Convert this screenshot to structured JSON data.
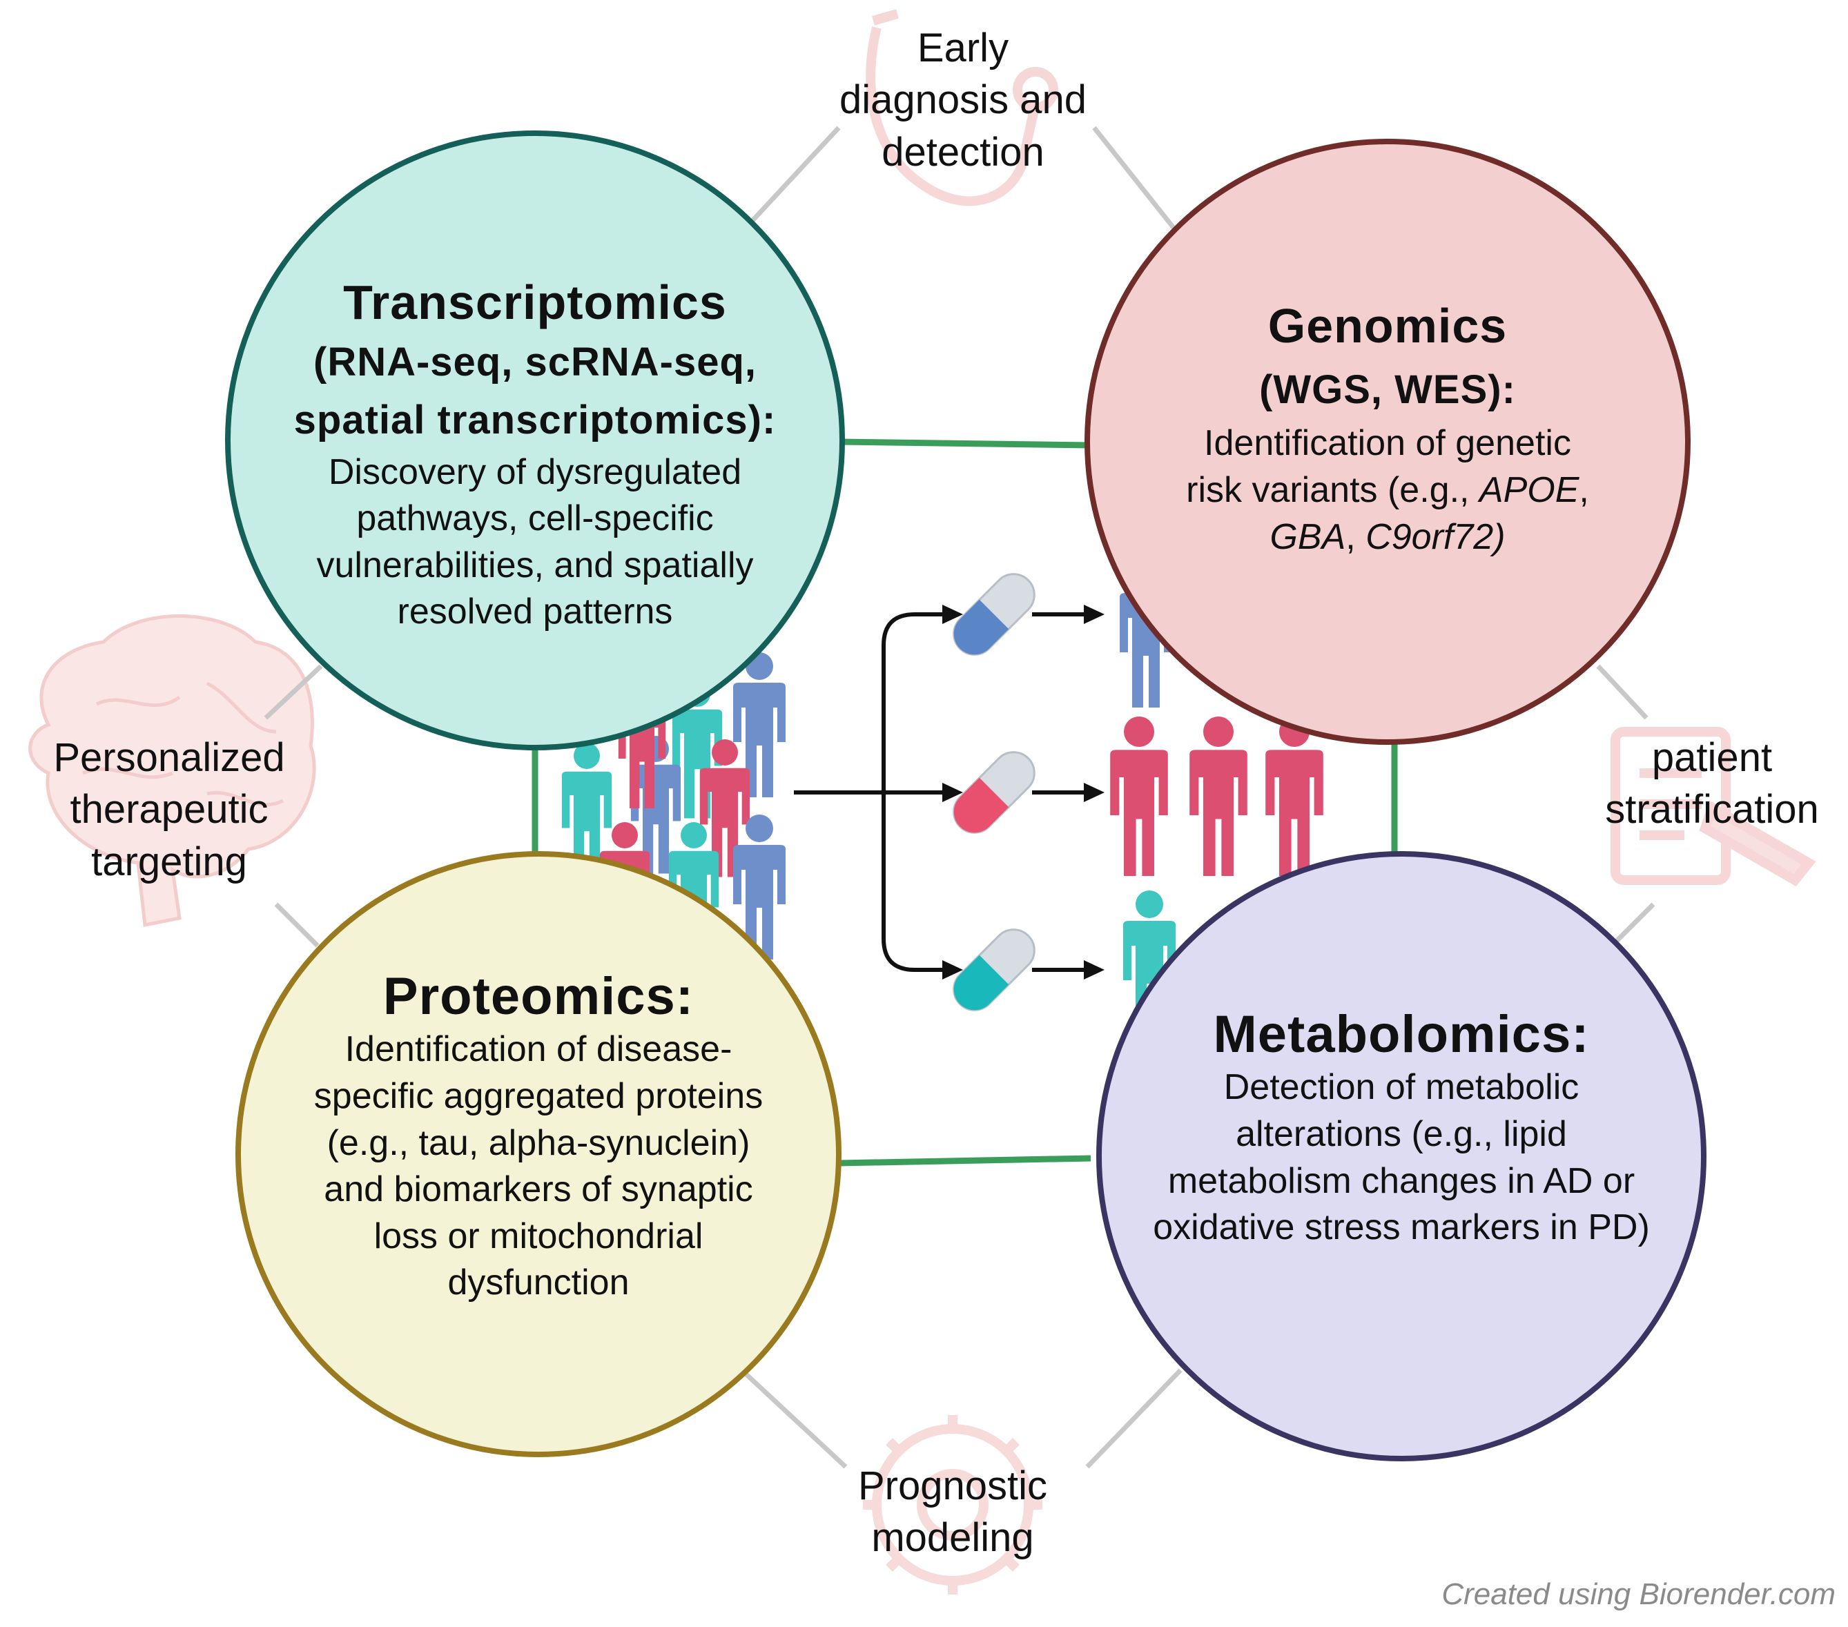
{
  "colors": {
    "transcriptomics_fill": "#c6ece6",
    "transcriptomics_border": "#145f57",
    "genomics_fill": "#f3d0cf",
    "genomics_border": "#6f2c28",
    "proteomics_fill": "#f5f3d6",
    "proteomics_border": "#9a7a1f",
    "metabolomics_fill": "#dedcf2",
    "metabolomics_border": "#3a3463",
    "connector_green": "#3a9e5a",
    "connector_gray": "#c8c8c8",
    "person_blue": "#6f8fcb",
    "person_teal": "#3ec6c0",
    "person_red": "#dc4f70"
  },
  "transcriptomics": {
    "title": "Transcriptomics",
    "subtitle_1": "(RNA-seq,  scRNA-seq,",
    "subtitle_2": "spatial transcriptomics):",
    "body": [
      "Discovery of dysregulated",
      "pathways, cell-specific",
      "vulnerabilities, and spatially",
      "resolved patterns"
    ]
  },
  "genomics": {
    "title": "Genomics",
    "subtitle": "(WGS, WES):",
    "body_1": "Identification of genetic",
    "body_2a": "risk variants (e.g., ",
    "body_2b": "APOE",
    "body_2c": ",",
    "body_3a": "GBA",
    "body_3b": ", ",
    "body_3c": "C9orf72)"
  },
  "proteomics": {
    "title": "Proteomics:",
    "body": [
      "Identification of disease-",
      "specific aggregated proteins",
      "(e.g., tau, alpha-synuclein)",
      "and biomarkers of synaptic",
      "loss or mitochondrial",
      "dysfunction"
    ]
  },
  "metabolomics": {
    "title": "Metabolomics:",
    "body": [
      "Detection of metabolic",
      "alterations (e.g., lipid",
      "metabolism changes in AD or",
      "oxidative stress markers in PD)"
    ]
  },
  "outer_labels": {
    "early": [
      "Early",
      "diagnosis and",
      "detection"
    ],
    "personalized": [
      "Personalized",
      "therapeutic",
      "targeting"
    ],
    "patient": [
      "patient",
      "stratification"
    ],
    "prognostic": [
      "Prognostic",
      "modeling"
    ]
  },
  "icons": {
    "early": "stethoscope-icon",
    "personalized": "brain-icon",
    "patient": "clipboard-icon",
    "prognostic": "gear-icon",
    "center": "patient-group-to-pills-icon"
  },
  "footer": "Created using Biorender.com"
}
